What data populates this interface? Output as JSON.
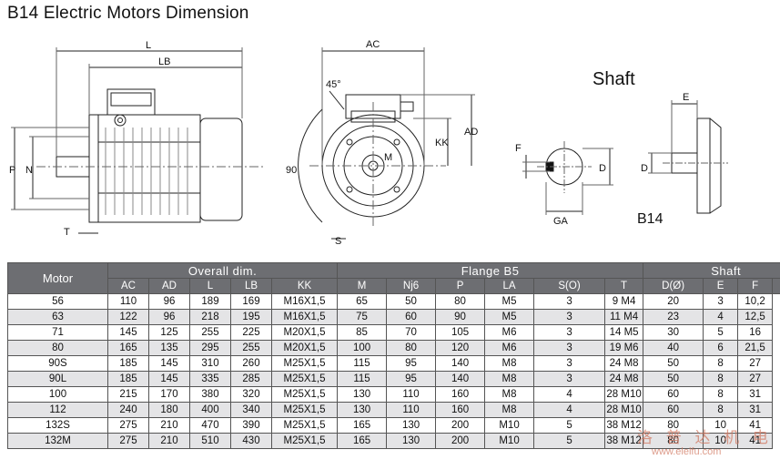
{
  "title": "B14 Electric Motors Dimension",
  "shaft_title": "Shaft",
  "b14_label": "B14",
  "drawing_labels": {
    "L": "L",
    "LB": "LB",
    "P": "P",
    "N": "N",
    "T": "T",
    "AC": "AC",
    "AD": "AD",
    "KK": "KK",
    "M": "M",
    "S": "S",
    "angle45": "45°",
    "angle90": "90",
    "E": "E",
    "F": "F",
    "D": "D",
    "GA": "GA"
  },
  "table": {
    "motor_header": "Motor",
    "groups": [
      "Overall dim.",
      "Flange B5",
      "Shaft"
    ],
    "columns": [
      "AC",
      "AD",
      "L",
      "LB",
      "KK",
      "M",
      "Nj6",
      "P",
      "LA",
      "S(O)",
      "T",
      "D(Ø)",
      "E",
      "F",
      "GA"
    ],
    "rows": [
      [
        "56",
        "110",
        "96",
        "189",
        "169",
        "M16X1,5",
        "65",
        "50",
        "80",
        "M5",
        "3",
        "9 M4",
        "20",
        "3",
        "10,2"
      ],
      [
        "63",
        "122",
        "96",
        "218",
        "195",
        "M16X1,5",
        "75",
        "60",
        "90",
        "M5",
        "3",
        "11 M4",
        "23",
        "4",
        "12,5"
      ],
      [
        "71",
        "145",
        "125",
        "255",
        "225",
        "M20X1,5",
        "85",
        "70",
        "105",
        "M6",
        "3",
        "14 M5",
        "30",
        "5",
        "16"
      ],
      [
        "80",
        "165",
        "135",
        "295",
        "255",
        "M20X1,5",
        "100",
        "80",
        "120",
        "M6",
        "3",
        "19 M6",
        "40",
        "6",
        "21,5"
      ],
      [
        "90S",
        "185",
        "145",
        "310",
        "260",
        "M25X1,5",
        "115",
        "95",
        "140",
        "M8",
        "3",
        "24 M8",
        "50",
        "8",
        "27"
      ],
      [
        "90L",
        "185",
        "145",
        "335",
        "285",
        "M25X1,5",
        "115",
        "95",
        "140",
        "M8",
        "3",
        "24 M8",
        "50",
        "8",
        "27"
      ],
      [
        "100",
        "215",
        "170",
        "380",
        "320",
        "M25X1,5",
        "130",
        "110",
        "160",
        "M8",
        "4",
        "28 M10",
        "60",
        "8",
        "31"
      ],
      [
        "112",
        "240",
        "180",
        "400",
        "340",
        "M25X1,5",
        "130",
        "110",
        "160",
        "M8",
        "4",
        "28 M10",
        "60",
        "8",
        "31"
      ],
      [
        "132S",
        "275",
        "210",
        "470",
        "390",
        "M25X1,5",
        "165",
        "130",
        "200",
        "M10",
        "5",
        "38 M12",
        "80",
        "10",
        "41"
      ],
      [
        "132M",
        "275",
        "210",
        "510",
        "430",
        "M25X1,5",
        "165",
        "130",
        "200",
        "M10",
        "5",
        "38 M12",
        "80",
        "10",
        "41"
      ]
    ]
  },
  "watermark": "洛 普 达 机 电",
  "watermark_url": "www.elelfu.com"
}
